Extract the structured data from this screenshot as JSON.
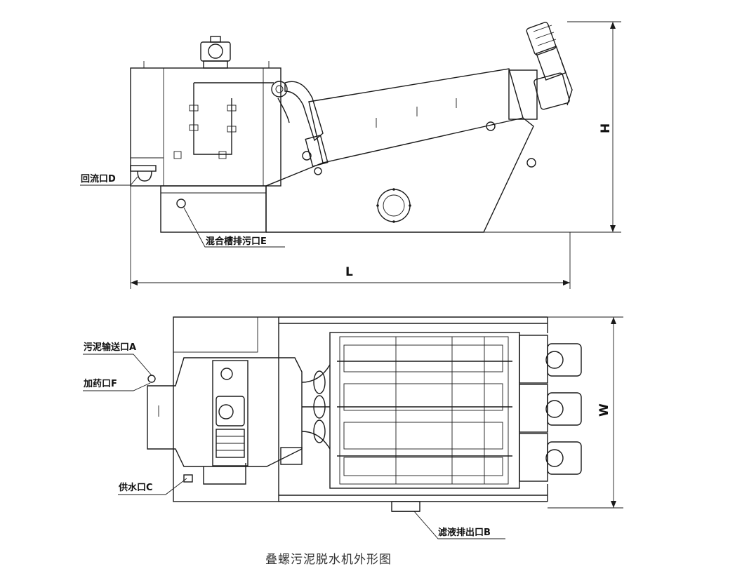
{
  "labels": {
    "return_port": "回流口D",
    "mixing_tank_drain": "混合槽排污口E",
    "sludge_inlet": "污泥输送口A",
    "dosing_port": "加药口F",
    "water_supply": "供水口C",
    "filtrate_outlet": "滤液排出口B"
  },
  "dimensions": {
    "length": "L",
    "height": "H",
    "width": "W"
  },
  "caption": "叠螺污泥脱水机外形图"
}
